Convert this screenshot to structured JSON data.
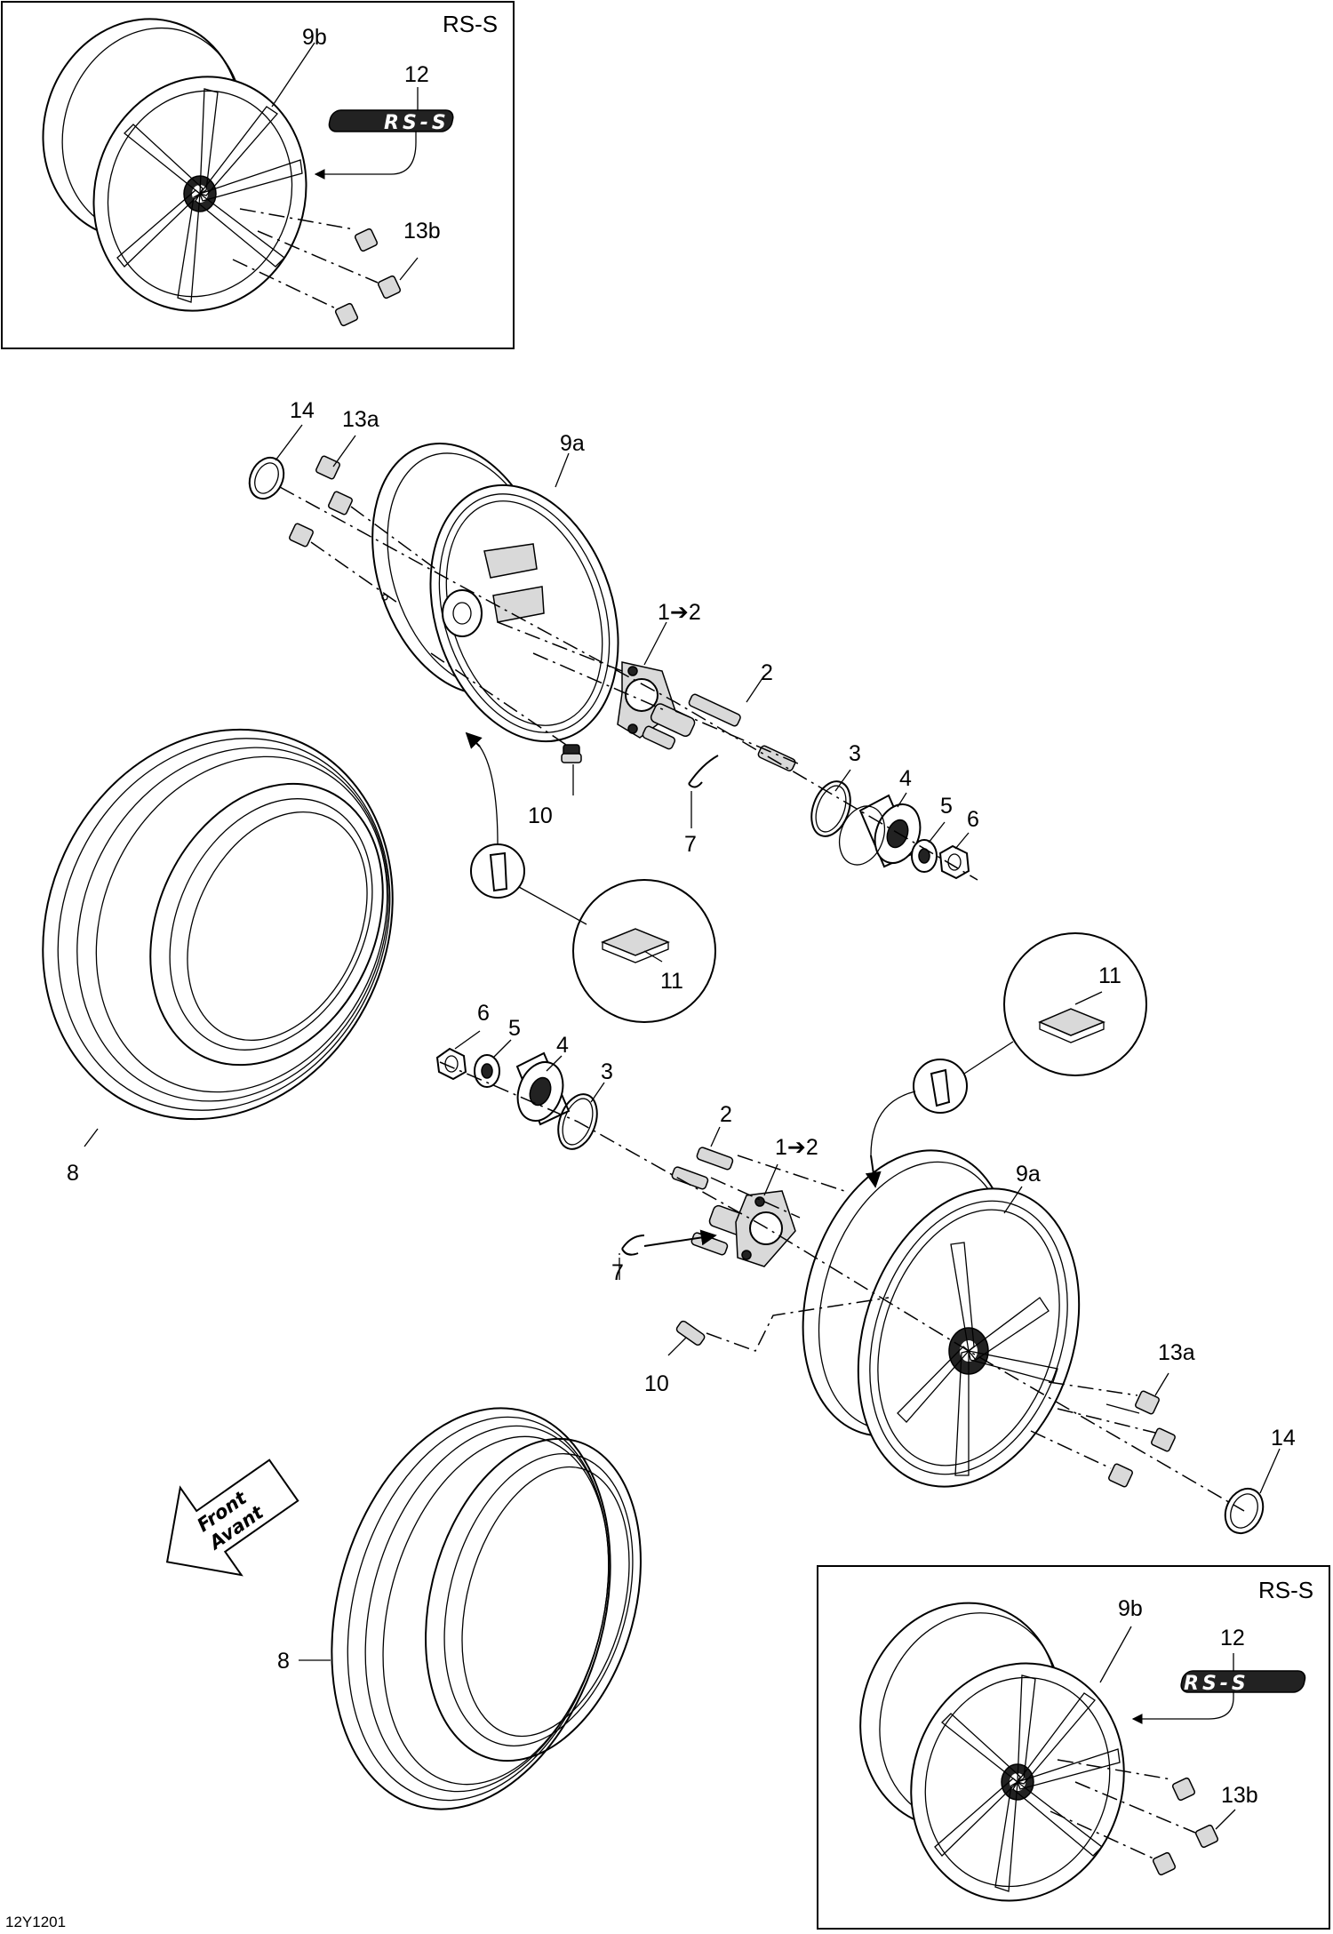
{
  "diagram": {
    "drawing_code": "12Y1201",
    "variant_label": "RS-S",
    "direction_arrow": {
      "line1": "Front",
      "line2": "Avant"
    },
    "badge_text": "RS-S",
    "callouts": {
      "c1_2": "1➔2",
      "c2": "2",
      "c3": "3",
      "c4": "4",
      "c5": "5",
      "c6": "6",
      "c7": "7",
      "c8": "8",
      "c9a": "9a",
      "c9b": "9b",
      "c10": "10",
      "c11": "11",
      "c12": "12",
      "c13a": "13a",
      "c13b": "13b",
      "c14": "14"
    }
  }
}
